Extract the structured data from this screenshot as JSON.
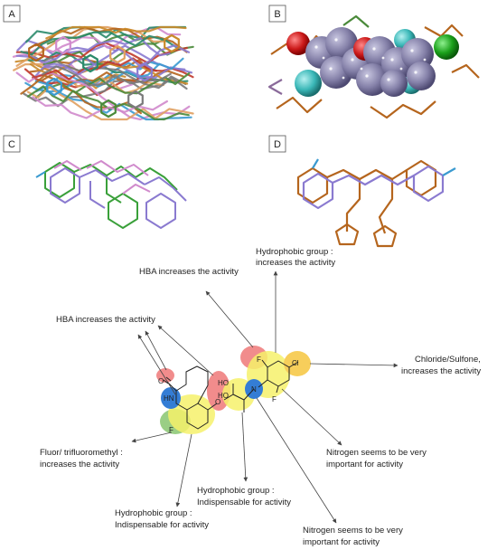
{
  "panels": [
    {
      "id": "A",
      "label": "A"
    },
    {
      "id": "B",
      "label": "B"
    },
    {
      "id": "C",
      "label": "C"
    },
    {
      "id": "D",
      "label": "D"
    }
  ],
  "atoms": {
    "O": "O",
    "HN": "HN",
    "F_lower": "F",
    "O_ether": "O",
    "HO_1": "HO",
    "HO_2": "HO",
    "N": "N",
    "F_top": "F",
    "F_bottom": "F",
    "Cl": "Cl"
  },
  "annotations": {
    "hba_top": "HBA increases the activity",
    "hydrophobic_top_1": "Hydrophobic group :",
    "hydrophobic_top_2": "increases the activity",
    "hba_left": "HBA increases the activity",
    "chloride_1": "Chloride/Sulfone,",
    "chloride_2": "increases the activity",
    "fluoro_1": "Fluor/ trifluoromethyl :",
    "fluoro_2": "increases the activity",
    "nitrogen_right_1": "Nitrogen seems to be very",
    "nitrogen_right_2": "important for activity",
    "hydrophobic_mid_1": "Hydrophobic group :",
    "hydrophobic_mid_2": "Indispensable for activity",
    "hydrophobic_low_1": "Hydrophobic group :",
    "hydrophobic_low_2": "Indispensable for activity",
    "nitrogen_bottom_1": "Nitrogen seems to be very",
    "nitrogen_bottom_2": "important for activity"
  },
  "colors": {
    "hba": "#f08080",
    "hydrophobic": "#f5f05a",
    "nitrogen": "#1f6fd1",
    "fluoro": "#90c978",
    "chloride": "#f7c94a",
    "sphere_grey": "#8480a8",
    "sphere_red": "#cc1a1a",
    "sphere_cyan": "#3bb8b8",
    "sphere_green": "#1aa01a"
  }
}
